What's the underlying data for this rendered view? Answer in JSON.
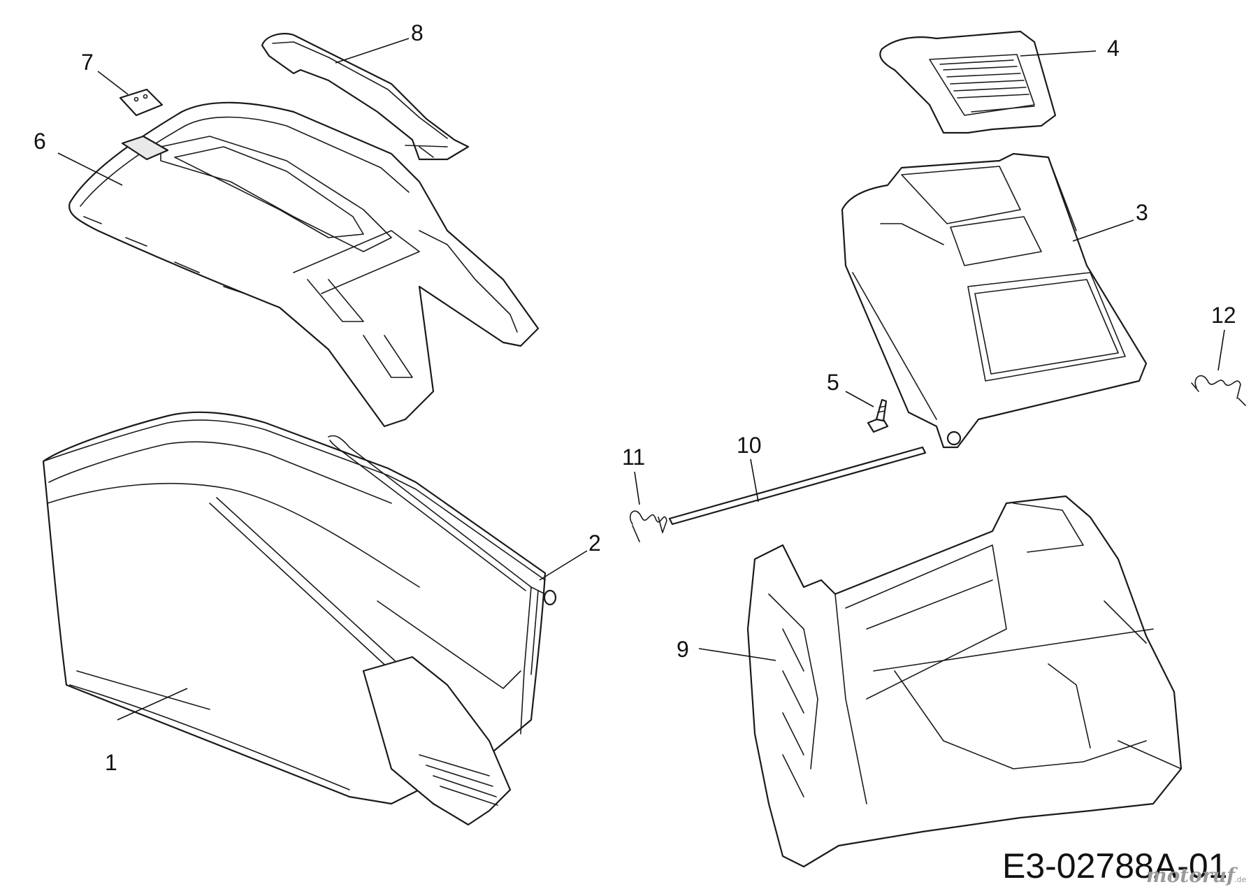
{
  "callouts": [
    {
      "id": "1",
      "label": "1"
    },
    {
      "id": "2",
      "label": "2"
    },
    {
      "id": "3",
      "label": "3"
    },
    {
      "id": "4",
      "label": "4"
    },
    {
      "id": "5",
      "label": "5"
    },
    {
      "id": "6",
      "label": "6"
    },
    {
      "id": "7",
      "label": "7"
    },
    {
      "id": "8",
      "label": "8"
    },
    {
      "id": "9",
      "label": "9"
    },
    {
      "id": "10",
      "label": "10"
    },
    {
      "id": "11",
      "label": "11"
    },
    {
      "id": "12",
      "label": "12"
    }
  ],
  "drawing_code": "E3-02788A-01",
  "watermark": {
    "text": "motoruf",
    "suffix": ".de"
  }
}
